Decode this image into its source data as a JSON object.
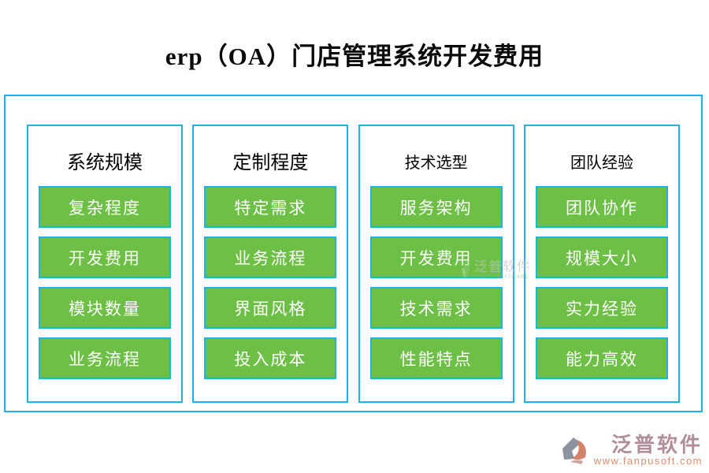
{
  "page": {
    "title": "erp（OA）门店管理系统开发费用"
  },
  "colors": {
    "node_green": "#6dbf45",
    "border_cyan": "#1db2e8",
    "title_black": "#0a0a0a",
    "brand_rose": "#b09096",
    "brand_coral": "#dc8e6e"
  },
  "columns": [
    {
      "header": "系统规模",
      "items": [
        "复杂程度",
        "开发费用",
        "模块数量",
        "业务流程"
      ]
    },
    {
      "header": "定制程度",
      "items": [
        "特定需求",
        "业务流程",
        "界面风格",
        "投入成本"
      ]
    },
    {
      "header": "技术选型",
      "items": [
        "服务架构",
        "开发费用",
        "技术需求",
        "性能特点"
      ]
    },
    {
      "header": "团队经验",
      "items": [
        "团队协作",
        "规模大小",
        "实力经验",
        "能力高效"
      ]
    }
  ],
  "watermark": {
    "text": "泛普软件",
    "subtext": "FANPU SOFTWARE"
  },
  "brand": {
    "name": "泛普软件",
    "url": "www.fanpusoft.com"
  }
}
